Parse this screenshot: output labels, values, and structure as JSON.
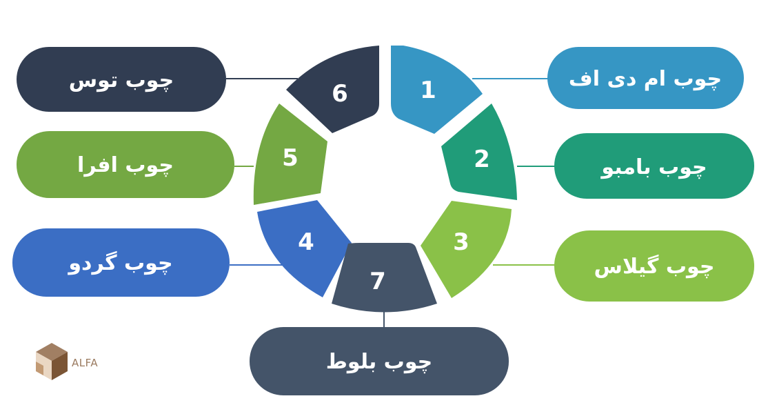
{
  "segments": [
    {
      "number": "1",
      "label": "چوب ام دی اف",
      "color": "#3696C4"
    },
    {
      "number": "2",
      "label": "چوب بامبو",
      "color": "#209C79"
    },
    {
      "number": "3",
      "label": "چوب گیلاس",
      "color": "#8AC148"
    },
    {
      "number": "4",
      "label": "چوب گردو",
      "color": "#3B6EC4"
    },
    {
      "number": "5",
      "label": "چوب افرا",
      "color": "#74A843"
    },
    {
      "number": "6",
      "label": "چوب توس",
      "color": "#313D52"
    },
    {
      "number": "7",
      "label": "چوب بلوط",
      "color": "#445469"
    }
  ],
  "logo": {
    "text": "ALFA",
    "icon": "cube-logo-icon"
  }
}
